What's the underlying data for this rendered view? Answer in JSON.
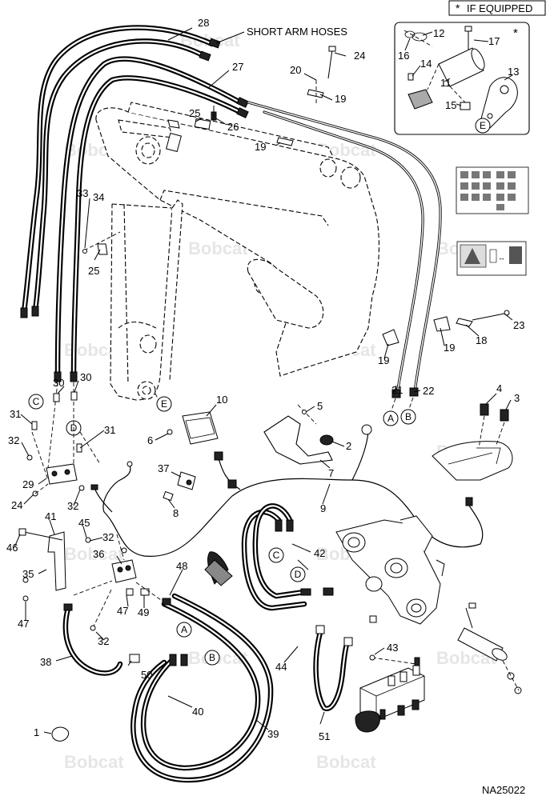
{
  "header": {
    "equipped_note": "IF EQUIPPED",
    "star": "*"
  },
  "diagram": {
    "figure_id": "NA25022",
    "short_arm_hoses": "SHORT ARM HOSES",
    "watermark": "Bobcat",
    "reference_letters": [
      "A",
      "B",
      "C",
      "D",
      "E"
    ],
    "callouts": {
      "n1": "1",
      "n2": "2",
      "n3": "3",
      "n4": "4",
      "n5": "5",
      "n6": "6",
      "n7": "7",
      "n8": "8",
      "n9": "9",
      "n10": "10",
      "n11": "11",
      "n12": "12",
      "n13": "13",
      "n14": "14",
      "n15": "15",
      "n16": "16",
      "n17": "17",
      "n18": "18",
      "n19": "19",
      "n20": "20",
      "n21": "21",
      "n22": "22",
      "n23": "23",
      "n24": "24",
      "n25": "25",
      "n26": "26",
      "n27": "27",
      "n28": "28",
      "n29": "29",
      "n30": "30",
      "n31": "31",
      "n32": "32",
      "n33": "33",
      "n34": "34",
      "n35": "35",
      "n36": "36",
      "n37": "37",
      "n38": "38",
      "n39": "39",
      "n40": "40",
      "n41": "41",
      "n42": "42",
      "n43": "43",
      "n44": "44",
      "n45": "45",
      "n46": "46",
      "n47": "47",
      "n48": "48",
      "n49": "49",
      "n50": "50",
      "n51": "51"
    },
    "colors": {
      "ink": "#000000",
      "watermark": "#e6e6e6",
      "paper": "#ffffff"
    }
  }
}
